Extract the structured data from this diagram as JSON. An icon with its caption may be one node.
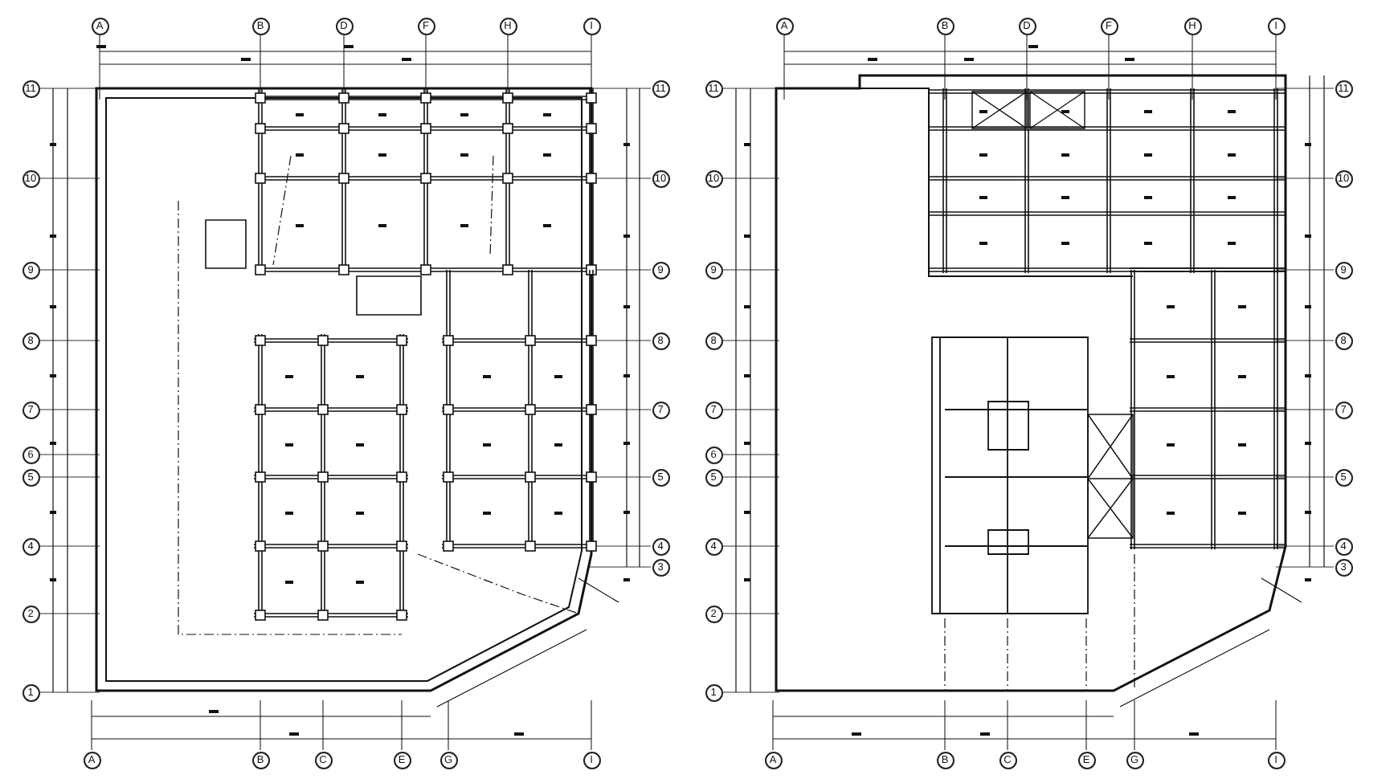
{
  "diagram": {
    "labels": [
      "A",
      "B",
      "D",
      "F",
      "H",
      "I",
      "11",
      "11",
      "10",
      "10",
      "9",
      "9",
      "8",
      "8",
      "7",
      "7",
      "6",
      "5",
      "5",
      "4",
      "4",
      "3",
      "2",
      "1",
      "A",
      "B",
      "C",
      "E",
      "G",
      "I",
      "A",
      "B",
      "D",
      "F",
      "H",
      "I",
      "11",
      "11",
      "10",
      "10",
      "9",
      "9",
      "8",
      "8",
      "7",
      "7",
      "6",
      "5",
      "5",
      "4",
      "4",
      "3",
      "2",
      "1",
      "A",
      "B",
      "C",
      "E",
      "G",
      "I"
    ]
  }
}
